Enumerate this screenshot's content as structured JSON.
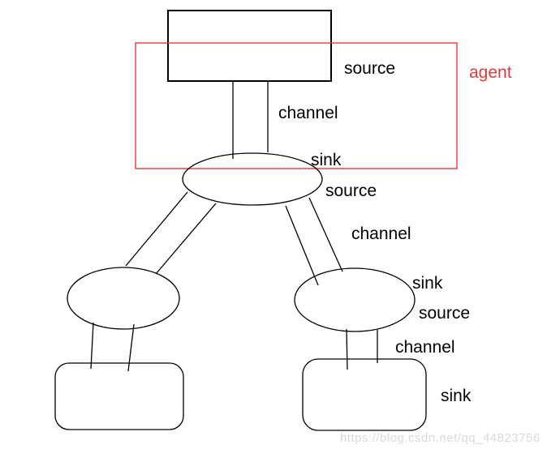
{
  "labels": {
    "source_top": "source",
    "channel_top": "channel",
    "sink_mid": "sink",
    "source_mid": "source",
    "channel_mid": "channel",
    "sink_right": "sink",
    "source_right": "source",
    "channel_right": "channel",
    "sink_bottom": "sink",
    "agent": "agent"
  },
  "colors": {
    "line": "#000000",
    "agent_accent": "#e23a3a",
    "watermark": "#d9d9d9"
  },
  "watermark": "https://blog.csdn.net/qq_44823756"
}
